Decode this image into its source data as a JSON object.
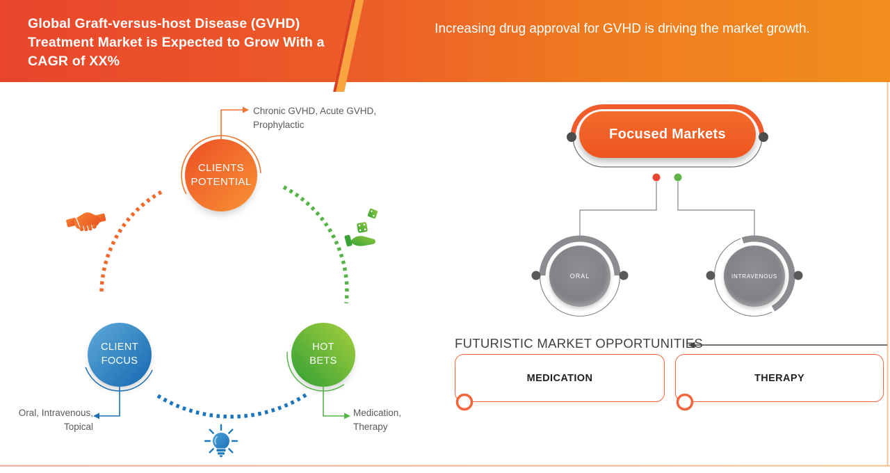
{
  "header": {
    "title": "Global Graft-versus-host Disease (GVHD)\nTreatment Market is Expected to Grow With a\nCAGR of XX%",
    "tagline": "Increasing drug approval for GVHD is driving the market growth."
  },
  "cycle": {
    "nodes": [
      {
        "label": "CLIENTS\nPOTENTIAL",
        "annotation": "Chronic GVHD, Acute GVHD,\nProphylactic",
        "color": "#f0742d"
      },
      {
        "label": "CLIENT\nFOCUS",
        "annotation": "Oral, Intravenous,\nTopical",
        "color": "#1c6fb5"
      },
      {
        "label": "HOT\nBETS",
        "annotation": "Medication,\nTherapy",
        "color": "#55b447"
      }
    ],
    "icons": [
      {
        "name": "handshake-icon"
      },
      {
        "name": "dice-hand-icon"
      },
      {
        "name": "lightbulb-icon"
      }
    ]
  },
  "market_map": {
    "root": "Focused Markets",
    "children": [
      {
        "label": "ORAL"
      },
      {
        "label": "INTRAVENOUS"
      }
    ]
  },
  "opportunities": {
    "heading": "FUTURISTIC MARKET OPPORTUNITIES",
    "items": [
      {
        "label": "MEDICATION"
      },
      {
        "label": "THERAPY"
      }
    ]
  },
  "colors": {
    "header_left": "#e8452b",
    "header_right": "#f28d1e",
    "orange": "#f0742d",
    "blue": "#1c6fb5",
    "green": "#55b447",
    "gray": "#808285",
    "box_accent": "#f1663c",
    "frame": "#f6c094",
    "annotation_text": "#58595b",
    "heading_text": "#414042"
  }
}
